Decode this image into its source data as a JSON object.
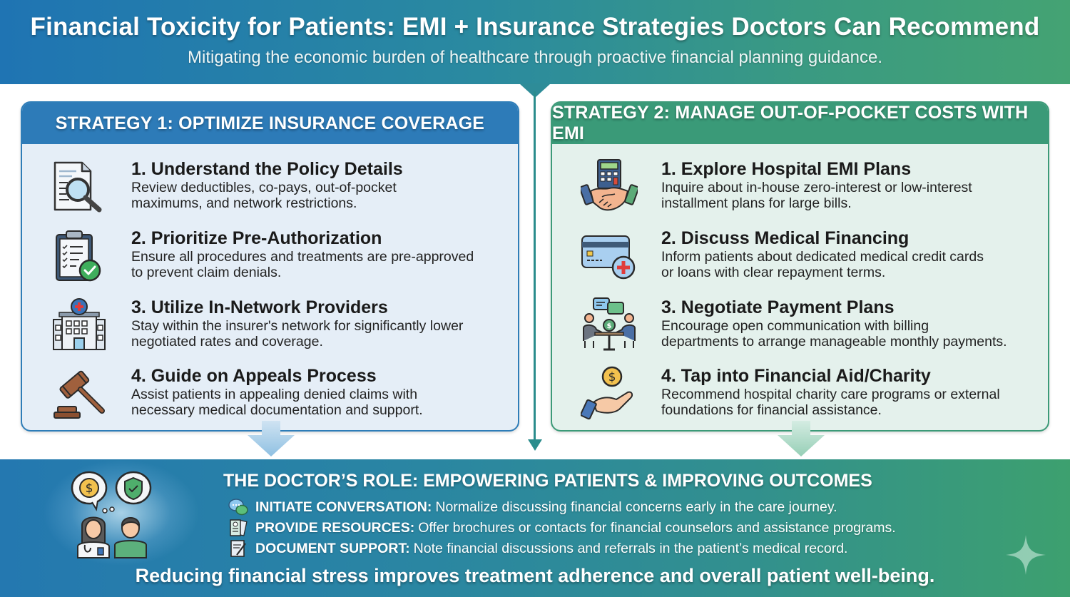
{
  "header": {
    "title": "Financial Toxicity for Patients: EMI + Insurance Strategies Doctors Can Recommend",
    "subtitle": "Mitigating the economic burden of healthcare through proactive financial planning guidance."
  },
  "strategy1": {
    "heading": "STRATEGY 1: OPTIMIZE INSURANCE COVERAGE",
    "color": "#2d7bb8",
    "items": [
      {
        "icon": "document-magnifier-icon",
        "title": "1. Understand the Policy Details",
        "desc1": "Review deductibles, co-pays, out-of-pocket",
        "desc2": "maximums, and network restrictions."
      },
      {
        "icon": "clipboard-check-icon",
        "title": "2. Prioritize Pre-Authorization",
        "desc1": "Ensure all procedures and treatments are pre-approved",
        "desc2": "to prevent claim denials."
      },
      {
        "icon": "hospital-icon",
        "title": "3. Utilize In-Network Providers",
        "desc1": "Stay within the insurer's network for significantly lower",
        "desc2": "negotiated rates and coverage."
      },
      {
        "icon": "gavel-icon",
        "title": "4. Guide on Appeals Process",
        "desc1": "Assist patients in appealing denied claims with",
        "desc2": "necessary medical documentation and support."
      }
    ]
  },
  "strategy2": {
    "heading": "STRATEGY 2: MANAGE OUT-OF-POCKET COSTS WITH EMI",
    "color": "#3a9a78",
    "items": [
      {
        "icon": "calculator-handshake-icon",
        "title": "1. Explore Hospital EMI Plans",
        "desc1": "Inquire about in-house zero-interest or low-interest",
        "desc2": "installment plans for large bills."
      },
      {
        "icon": "medical-credit-card-icon",
        "title": "2. Discuss Medical Financing",
        "desc1": "Inform patients about dedicated medical credit cards",
        "desc2": "or loans with clear repayment terms."
      },
      {
        "icon": "negotiation-meeting-icon",
        "title": "3. Negotiate Payment Plans",
        "desc1": "Encourage open communication with billing",
        "desc2": "departments to arrange manageable monthly payments."
      },
      {
        "icon": "hand-coin-icon",
        "title": "4. Tap into Financial Aid/Charity",
        "desc1": "Recommend hospital charity care programs or external",
        "desc2": "foundations for financial assistance."
      }
    ]
  },
  "doctor_role": {
    "title": "THE DOCTOR’S ROLE: EMPOWERING PATIENTS & IMPROVING OUTCOMES",
    "items": [
      {
        "icon": "chat-bubbles-icon",
        "label": "INITIATE CONVERSATION:",
        "text": "Normalize discussing financial concerns early in the care journey."
      },
      {
        "icon": "brochures-icon",
        "label": "PROVIDE RESOURCES:",
        "text": "Offer brochures or contacts for financial counselors and assistance programs."
      },
      {
        "icon": "document-pen-icon",
        "label": "DOCUMENT SUPPORT:",
        "text": "Note financial discussions and referrals in the patient’s medical record."
      }
    ],
    "footer": "Reducing financial stress improves treatment adherence and overall patient well-being."
  }
}
